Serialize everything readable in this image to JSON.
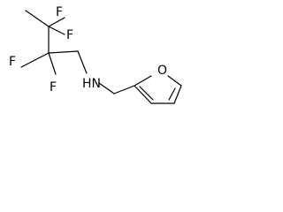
{
  "diagram": {
    "atoms": {
      "f1": "F",
      "f2": "F",
      "f3": "F",
      "f4": "F",
      "nh": "HN",
      "o": "O"
    }
  }
}
